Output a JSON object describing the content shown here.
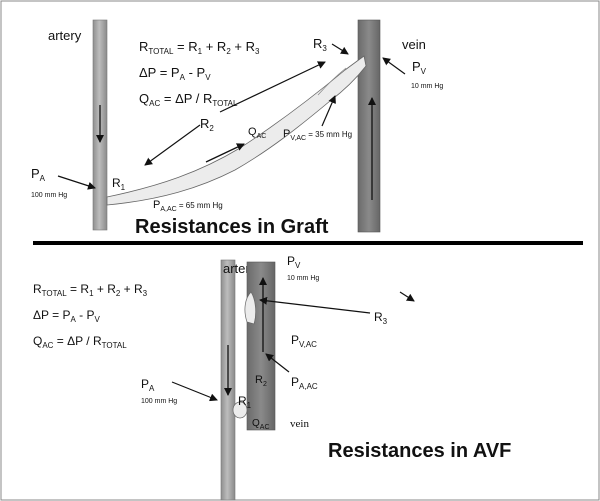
{
  "top_panel": {
    "title": "Resistances in Graft",
    "artery_label": "artery",
    "vein_label": "vein",
    "equations": {
      "r_total": {
        "main": "R",
        "main_sub": "TOTAL",
        "eq": " = R",
        "s1": "1",
        "p1": " + R",
        "s2": "2",
        "p2": " + R",
        "s3": "3"
      },
      "delta_p": {
        "a": "ΔP = P",
        "a_sub": "A",
        "b": " - P",
        "b_sub": "V"
      },
      "flow": {
        "a": "Q",
        "a_sub": "AC",
        "b": " = ΔP / R",
        "b_sub": "TOTAL"
      }
    },
    "labels": {
      "r1": {
        "main": "R",
        "sub": "1"
      },
      "r2": {
        "main": "R",
        "sub": "2"
      },
      "r3": {
        "main": "R",
        "sub": "3"
      },
      "q_ac": {
        "main": "Q",
        "sub": "AC"
      },
      "pa": {
        "main": "P",
        "sub": "A",
        "value": "100 mm Hg"
      },
      "pv": {
        "main": "P",
        "sub": "V",
        "value": "10 mm Hg"
      },
      "pv_ac": {
        "main": "P",
        "sub": "V,AC",
        "value": " = 35 mm Hg"
      },
      "pa_ac": {
        "main": "P",
        "sub": "A,AC",
        "value": " = 65 mm Hg"
      }
    }
  },
  "bottom_panel": {
    "title": "Resistances in AVF",
    "artery_label": "artery",
    "vein_label": "vein",
    "equations": {
      "r_total": {
        "main": "R",
        "main_sub": "TOTAL",
        "eq": " = R",
        "s1": "1",
        "p1": " + R",
        "s2": "2",
        "p2": " + R",
        "s3": "3"
      },
      "delta_p": {
        "a": "ΔP = P",
        "a_sub": "A",
        "b": " - P",
        "b_sub": "V"
      },
      "flow": {
        "a": "Q",
        "a_sub": "AC",
        "b": " = ΔP / R",
        "b_sub": "TOTAL"
      }
    },
    "labels": {
      "r1": {
        "main": "R",
        "sub": "1"
      },
      "r2": {
        "main": "R",
        "sub": "2"
      },
      "r3": {
        "main": "R",
        "sub": "3"
      },
      "q_ac": {
        "main": "Q",
        "sub": "AC"
      },
      "pa": {
        "main": "P",
        "sub": "A",
        "value": "100 mm Hg"
      },
      "pv": {
        "main": "P",
        "sub": "V",
        "value": "10 mm Hg"
      },
      "pv_ac": {
        "main": "P",
        "sub": "V,AC"
      },
      "pa_ac": {
        "main": "P",
        "sub": "A,AC"
      }
    }
  },
  "colors": {
    "artery": "#a6a6a6",
    "vein": "#7a7a7a",
    "graft": "#ededed",
    "divider": "#000000",
    "frame": "#888888"
  }
}
